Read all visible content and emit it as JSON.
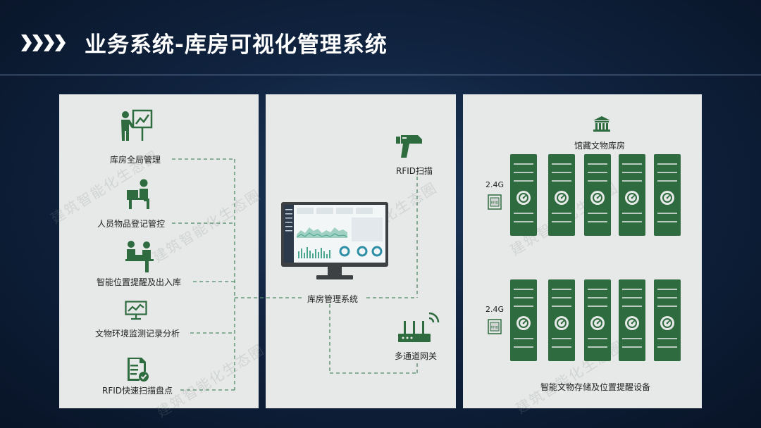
{
  "header": {
    "title": "业务系统-库房可视化管理系统"
  },
  "colors": {
    "green": "#2e6b3e",
    "panel": "#e7e9e8",
    "dash": "#4e8a64"
  },
  "left_panel": {
    "items": [
      {
        "label": "库房全局管理",
        "icon": "presentation-icon"
      },
      {
        "label": "人员物品登记管控",
        "icon": "desk-person-icon"
      },
      {
        "label": "智能位置提醒及出入库",
        "icon": "meeting-icon"
      },
      {
        "label": "文物环境监测记录分析",
        "icon": "monitor-chart-icon"
      },
      {
        "label": "RFID快速扫描盘点",
        "icon": "checklist-icon"
      }
    ]
  },
  "center_panel": {
    "scanner_label": "RFID扫描",
    "system_label": "库房管理系统",
    "gateway_label": "多通道网关"
  },
  "right_panel": {
    "museum_label": "馆藏文物库房",
    "freq_top": "2.4G",
    "freq_bottom": "2.4G",
    "rfid_tag": "RFID",
    "bottom_label": "智能文物存储及位置提醒设备"
  },
  "watermark": "建筑智能化生态圈"
}
